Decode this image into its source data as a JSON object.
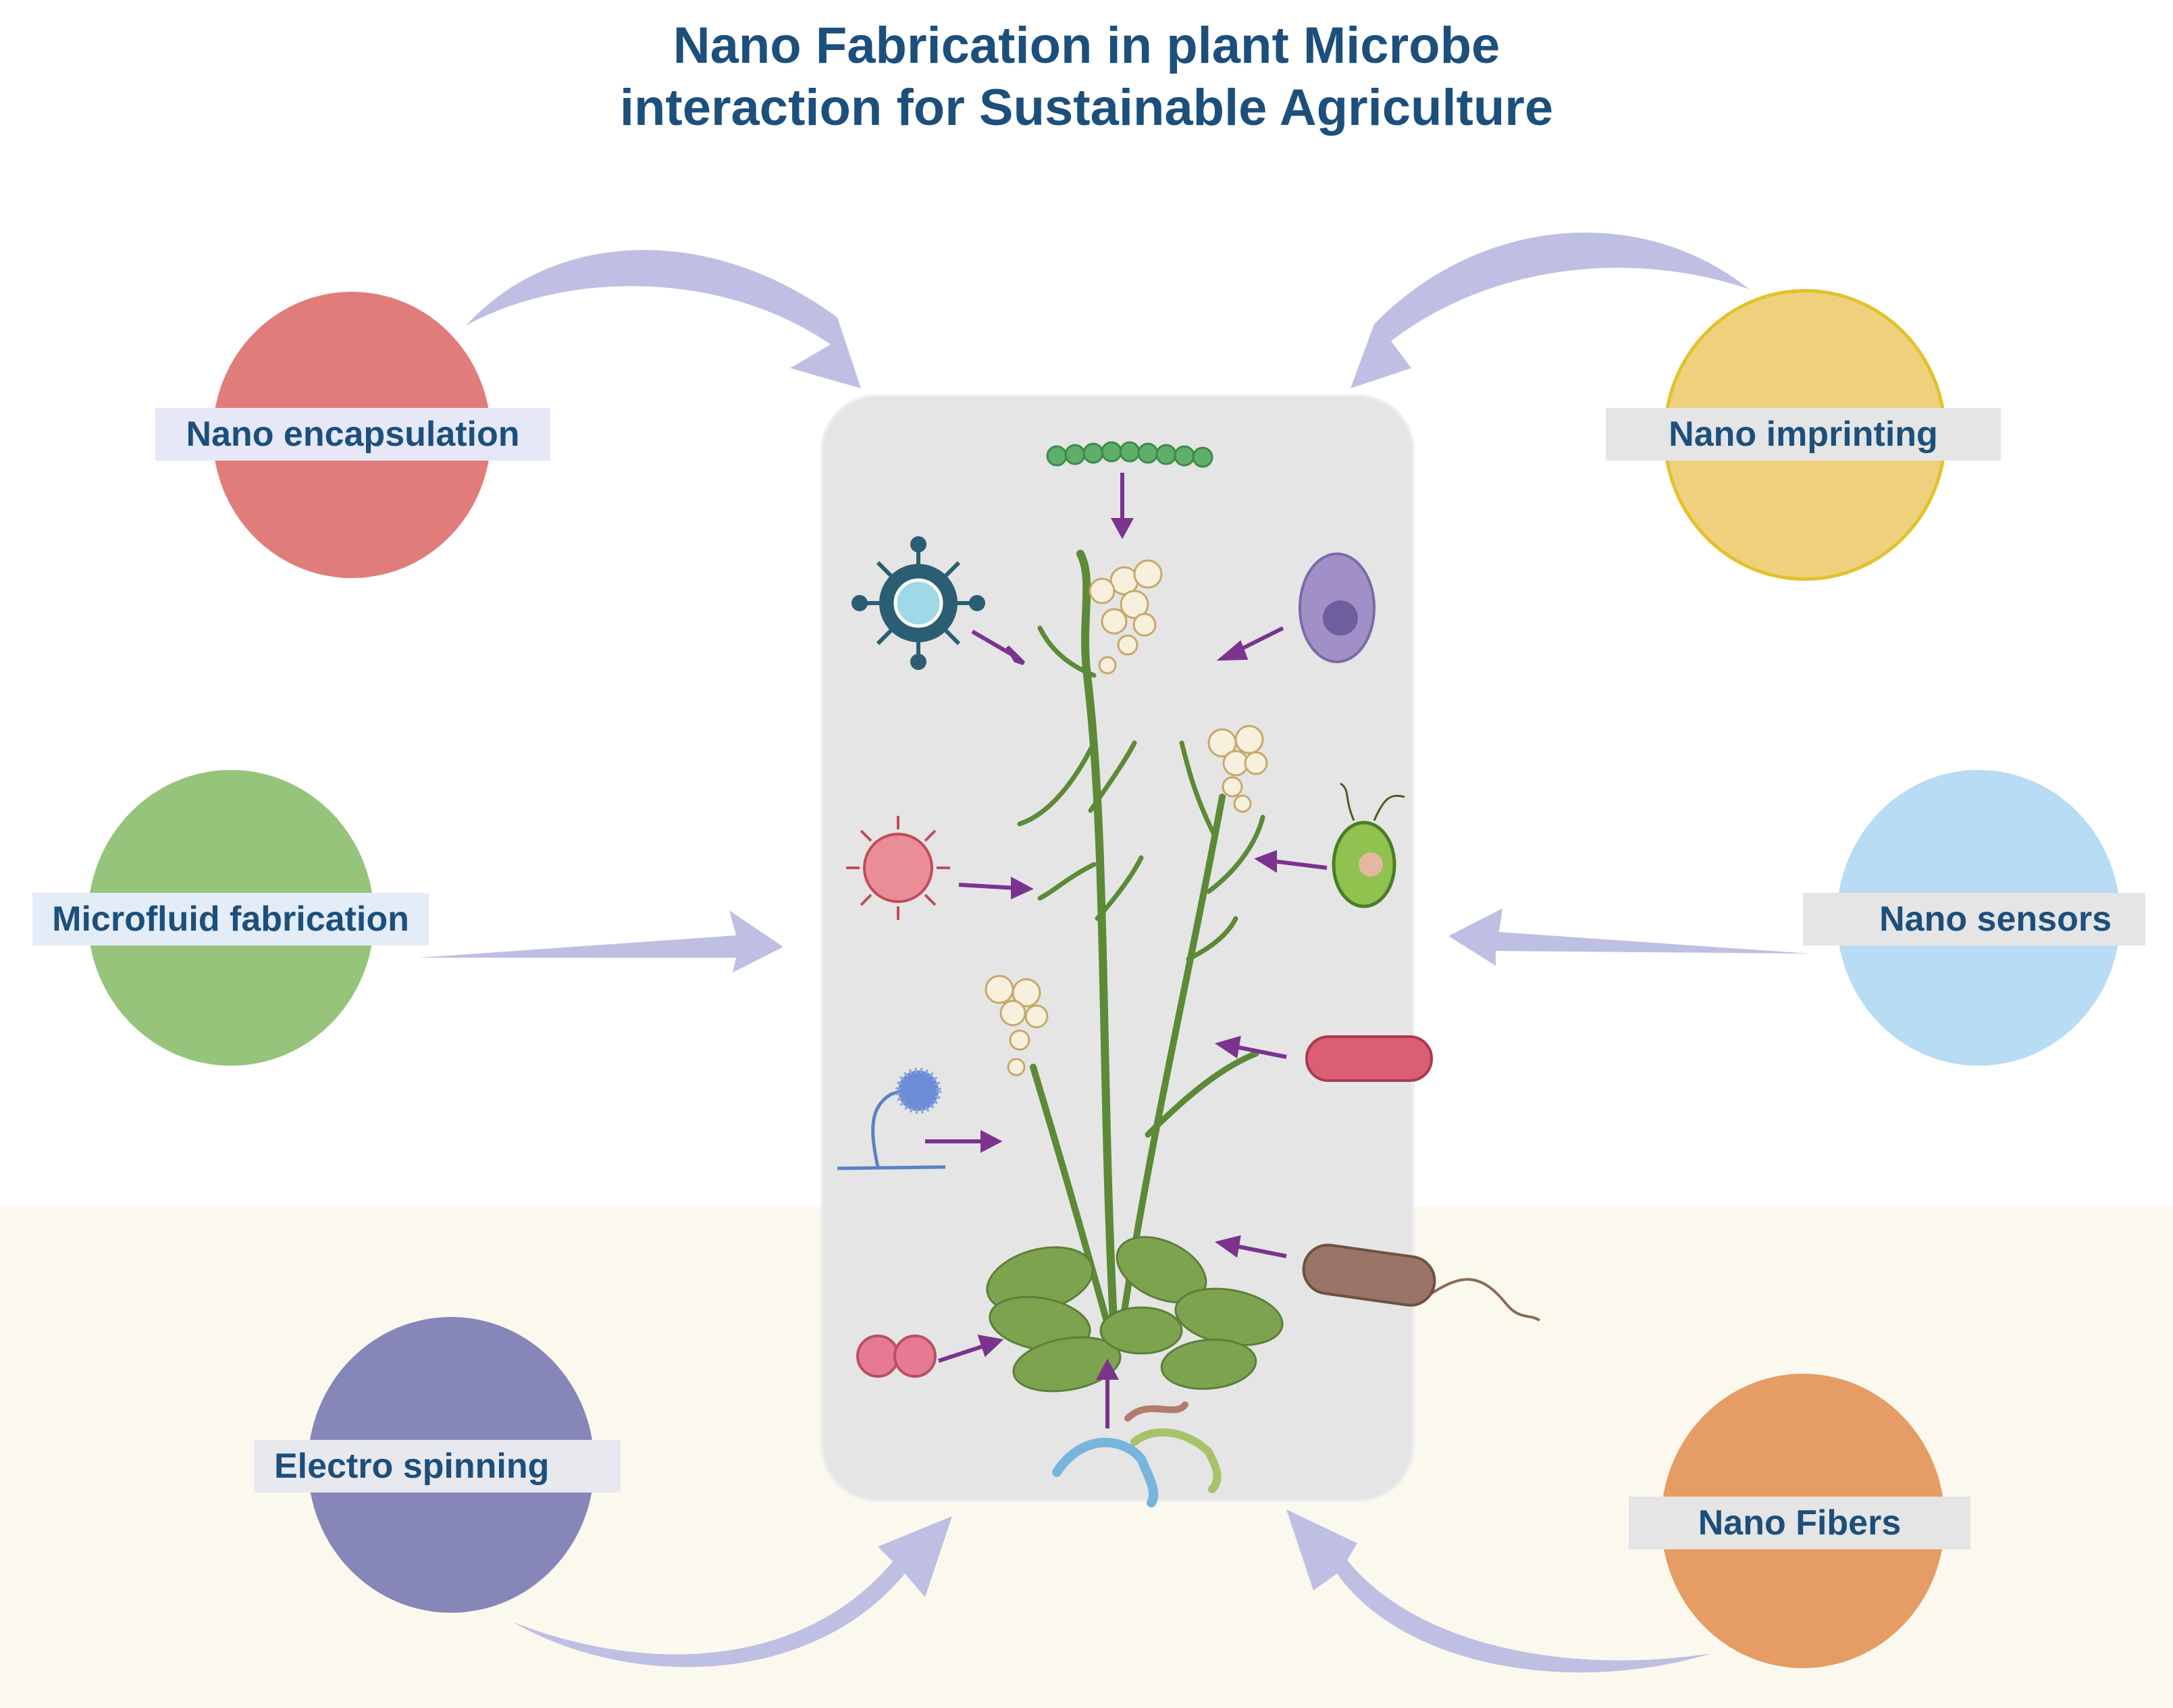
{
  "title": {
    "line1": "Nano Fabrication in plant Microbe",
    "line2": "interaction for Sustainable Agriculture"
  },
  "techniques": [
    {
      "id": "nano-encapsulation",
      "label": "Nano encapsulation",
      "color": "#e07d7a"
    },
    {
      "id": "nano-imprinting",
      "label": "Nano imprinting",
      "color": "#efd07d",
      "border": "#e2c22b"
    },
    {
      "id": "microfluid-fabrication",
      "label": "Microfluid fabrication",
      "color": "#96c47b"
    },
    {
      "id": "nano-sensors",
      "label": "Nano sensors",
      "color": "#b7dcf3"
    },
    {
      "id": "electro-spinning",
      "label": "Electro spinning",
      "color": "#8786b8"
    },
    {
      "id": "nano-fibers",
      "label": "Nano Fibers",
      "color": "#e59c65"
    }
  ],
  "colors": {
    "title": "#1c4f7c",
    "arrow": "#bebfe3",
    "microbe_arrow": "#7b3390",
    "plant_stem": "#5c8a37",
    "leaf": "#7ea34f",
    "panel": "#e5e5e5",
    "soil_band": "#fbf9ee"
  },
  "icons": [
    "cyanobacteria-chain-icon",
    "virus-icon",
    "protozoa-icon",
    "spiky-virus-icon",
    "algae-icon",
    "fungus-icon",
    "bacterium-icon",
    "flagellated-bacterium-icon",
    "diplococcus-icon",
    "nematode-icon",
    "plant-icon"
  ]
}
